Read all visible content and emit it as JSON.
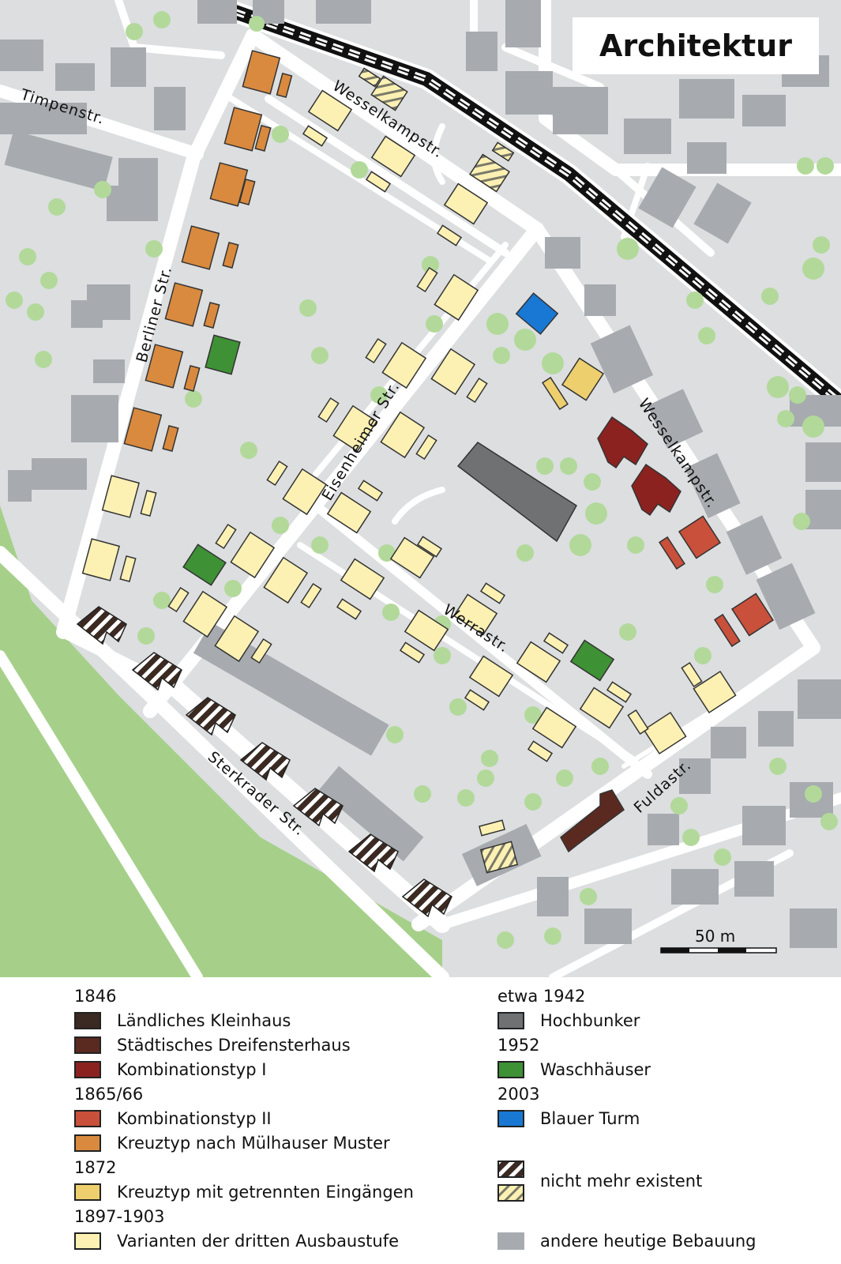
{
  "title": "Architektur",
  "streets": {
    "timpenstr": "Timpenstr.",
    "berliner": "Berliner Str.",
    "wesselkamp_top": "Wesselkampstr.",
    "wesselkamp_right": "Wesselkampstr.",
    "eisenheimer": "Eisenheimer Str.",
    "werrastr": "Werrastr.",
    "fuldastr": "Fuldastr.",
    "sterkrader": "Sterkrader Str."
  },
  "scale": {
    "label": "50 m"
  },
  "colors": {
    "laendlich": "#3a2a22",
    "staedtisch": "#5a2a20",
    "kombi1": "#8b2220",
    "kombi2": "#c9503a",
    "kreuz_muelhauser": "#d98a3e",
    "kreuz_getrennt": "#edcf6e",
    "varianten": "#fcf1b3",
    "hochbunker": "#6f7173",
    "waschhaeuser": "#3e9135",
    "blauer_turm": "#1878d4",
    "heutige": "#a7abaf",
    "ground": "#dcdee0",
    "green": "#a6d08a",
    "tree": "#b2d99a"
  },
  "legend": {
    "left": [
      {
        "year": "1846"
      },
      {
        "label": "Ländliches Kleinhaus",
        "color": "#3a2a22"
      },
      {
        "label": "Städtisches Dreifensterhaus",
        "color": "#5a2a20"
      },
      {
        "label": "Kombinationstyp I",
        "color": "#8b2220"
      },
      {
        "year": "1865/66"
      },
      {
        "label": "Kombinationstyp II",
        "color": "#c9503a"
      },
      {
        "label": "Kreuztyp nach Mülhauser Muster",
        "color": "#d98a3e"
      },
      {
        "year": "1872"
      },
      {
        "label": "Kreuztyp mit getrennten Eingängen",
        "color": "#edcf6e"
      },
      {
        "year": "1897-1903"
      },
      {
        "label": "Varianten der dritten Ausbaustufe",
        "color": "#fcf1b3"
      }
    ],
    "right": [
      {
        "year": "etwa 1942"
      },
      {
        "label": "Hochbunker",
        "color": "#6f7173"
      },
      {
        "year": "1952"
      },
      {
        "label": "Waschhäuser",
        "color": "#3e9135"
      },
      {
        "year": "2003"
      },
      {
        "label": "Blauer Turm",
        "color": "#1878d4"
      },
      {
        "label": "nicht mehr existent",
        "hatched": true
      },
      {
        "label": "andere heutige Bebauung",
        "color": "#a7abaf"
      }
    ]
  }
}
